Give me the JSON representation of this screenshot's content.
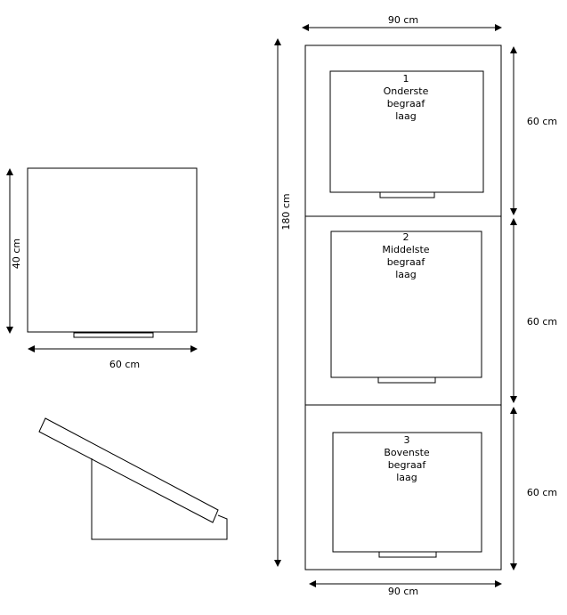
{
  "small_panel": {
    "width_label": "60 cm",
    "height_label": "40 cm"
  },
  "tall_panel": {
    "top_width_label": "90 cm",
    "bottom_width_label": "90 cm",
    "height_label": "180 cm",
    "section_height_labels": [
      "60 cm",
      "60 cm",
      "60 cm"
    ],
    "sections": [
      {
        "number": "1",
        "lines": [
          "Onderste",
          "begraaf",
          "laag"
        ]
      },
      {
        "number": "2",
        "lines": [
          "Middelste",
          "begraaf",
          "laag"
        ]
      },
      {
        "number": "3",
        "lines": [
          "Bovenste",
          "begraaf",
          "laag"
        ]
      }
    ]
  },
  "colors": {
    "line": "#000000",
    "background": "#ffffff"
  }
}
